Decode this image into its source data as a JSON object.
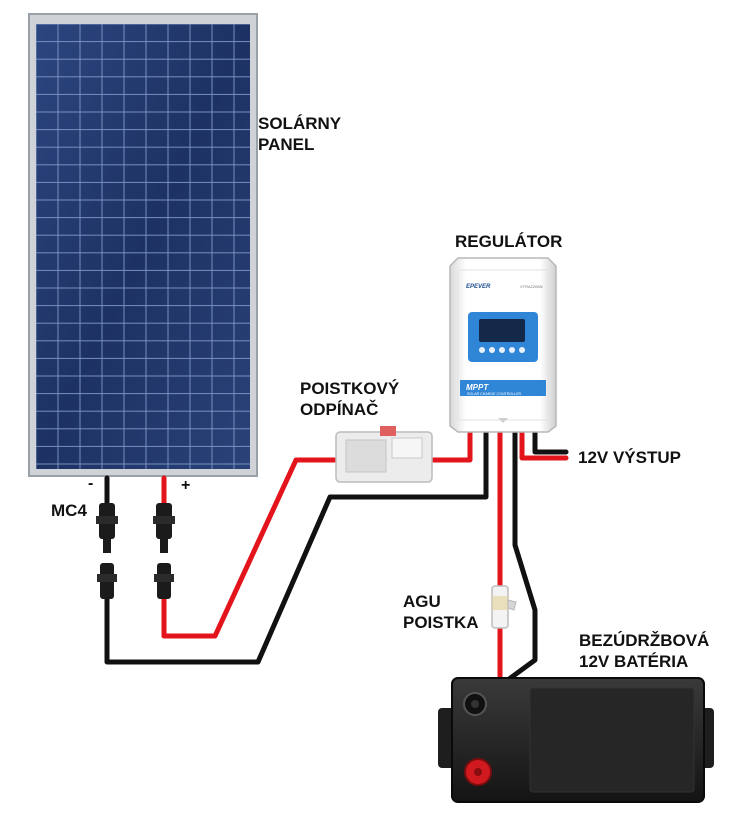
{
  "labels": {
    "solar_panel": [
      "SOLÁRNY",
      "PANEL"
    ],
    "regulator": "REGULÁTOR",
    "breaker": [
      "POISTKOVÝ",
      "ODPÍNAČ"
    ],
    "output": "12V VÝSTUP",
    "mc4": "MC4",
    "minus": "-",
    "plus": "+",
    "agu_fuse": [
      "AGU",
      "POISTKA"
    ],
    "battery": [
      "BEZÚDRŽBOVÁ",
      "12V BATÉRIA"
    ]
  },
  "controller": {
    "brand": "EPEVER",
    "model": "XTRA2206N",
    "type": "MPPT",
    "subtitle": "SOLAR CHARGE CONTROLLER"
  },
  "colors": {
    "positive_wire": "#e3141b",
    "negative_wire": "#111111",
    "panel_cells": "#1f3566",
    "controller_accent": "#2f86d6"
  }
}
